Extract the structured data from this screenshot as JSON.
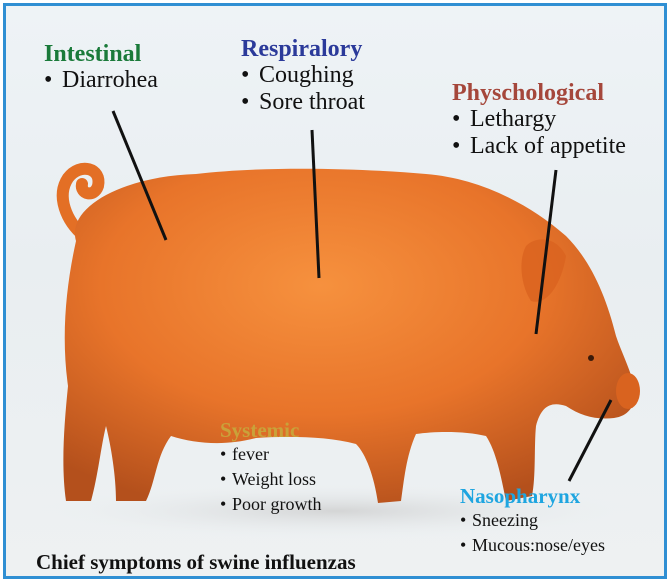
{
  "colors": {
    "border": "#2f8fd3",
    "intestinal": "#1a7a3a",
    "respiratory": "#2b3a9a",
    "psychological": "#a5473b",
    "systemic": "#c9a23a",
    "nasopharynx": "#1ea5e0",
    "pig": "#e8742a"
  },
  "groups": {
    "intestinal": {
      "heading": "Intestinal",
      "items": [
        "Diarrohea"
      ]
    },
    "respiratory": {
      "heading": "Respiralory",
      "items": [
        "Coughing",
        "Sore throat"
      ]
    },
    "psychological": {
      "heading": "Physchological",
      "items": [
        "Lethargy",
        "Lack of appetite"
      ]
    },
    "systemic": {
      "heading": "Systemic",
      "items": [
        "fever",
        "Weight loss",
        "Poor growth"
      ]
    },
    "nasopharynx": {
      "heading": "Nasopharynx",
      "items": [
        "Sneezing",
        "Mucous:nose/eyes"
      ]
    }
  },
  "bullet": "•",
  "caption": "Chief symptoms of swine influenzas"
}
